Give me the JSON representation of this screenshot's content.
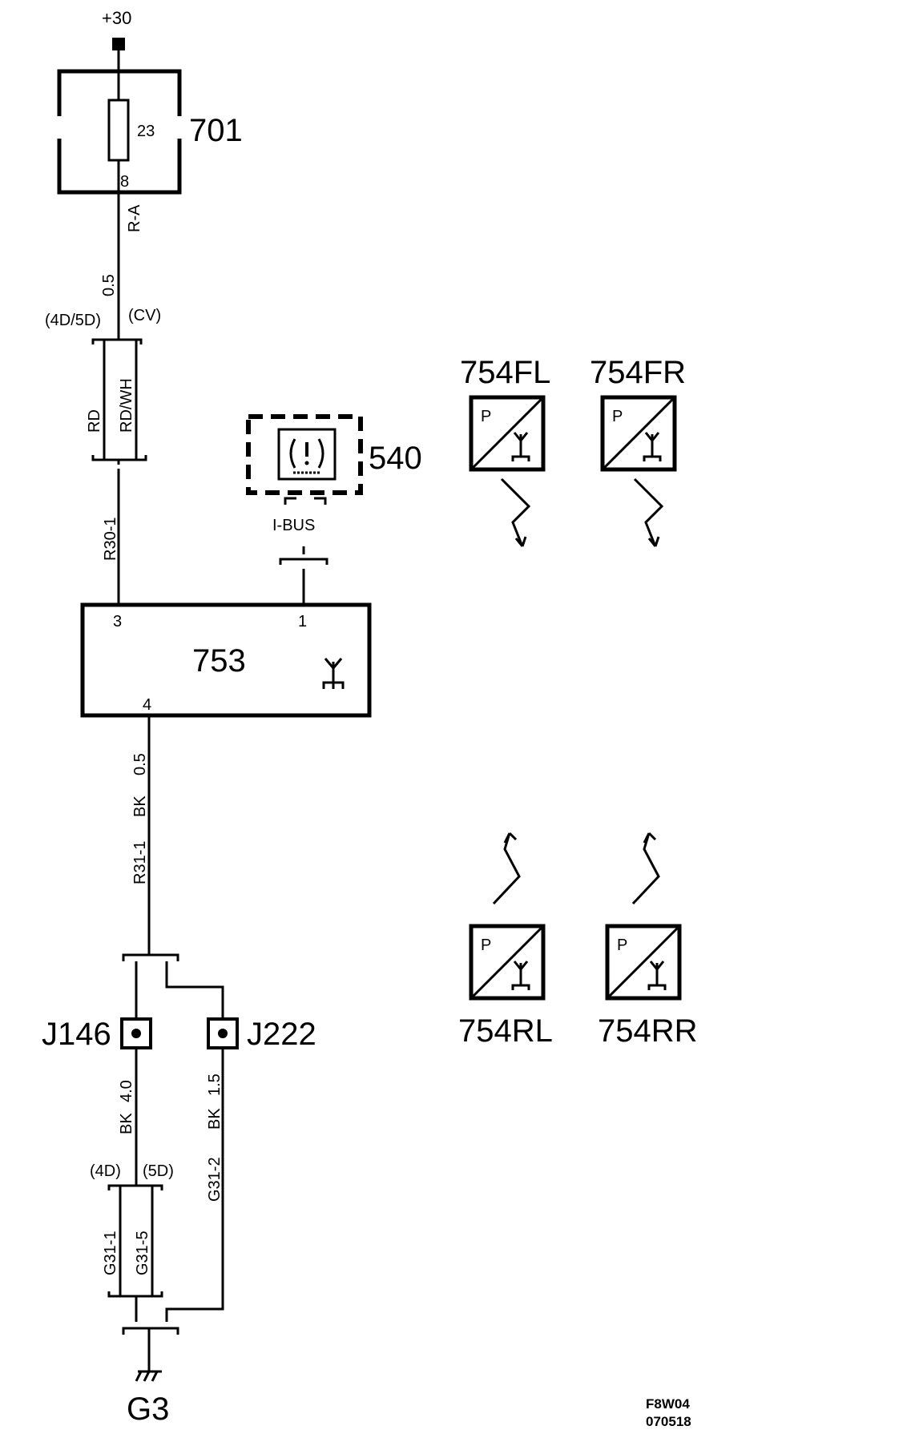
{
  "supply": {
    "label": "+30"
  },
  "fuse_box": {
    "id": "701",
    "fuse_number": "23",
    "pin": "8"
  },
  "wire_top": {
    "code": "R-A",
    "size": "0.5"
  },
  "split_top": {
    "left_variant": "(4D/5D)",
    "right_variant": "(CV)",
    "left_color": "RD",
    "right_color": "RD/WH"
  },
  "wire_r30": {
    "code": "R30-1"
  },
  "display_540": {
    "id": "540",
    "bus": "I-BUS"
  },
  "module_753": {
    "id": "753",
    "pin_3": "3",
    "pin_1": "1",
    "pin_4": "4"
  },
  "wire_r31": {
    "code": "R31-1",
    "color": "BK",
    "size": "0.5"
  },
  "sensors": [
    {
      "id": "754FL",
      "letter": "P"
    },
    {
      "id": "754FR",
      "letter": "P"
    },
    {
      "id": "754RL",
      "letter": "P"
    },
    {
      "id": "754RR",
      "letter": "P"
    }
  ],
  "splice_j146": {
    "id": "J146"
  },
  "splice_j222": {
    "id": "J222"
  },
  "wire_j146": {
    "color": "BK",
    "size": "4.0"
  },
  "wire_j222": {
    "code": "G31-2",
    "color": "BK",
    "size": "1.5"
  },
  "split_bottom": {
    "left_variant": "(4D)",
    "right_variant": "(5D)",
    "left_code": "G31-1",
    "right_code": "G31-5"
  },
  "ground": {
    "id": "G3"
  },
  "footer": {
    "ref": "F8W04",
    "date": "070518"
  }
}
